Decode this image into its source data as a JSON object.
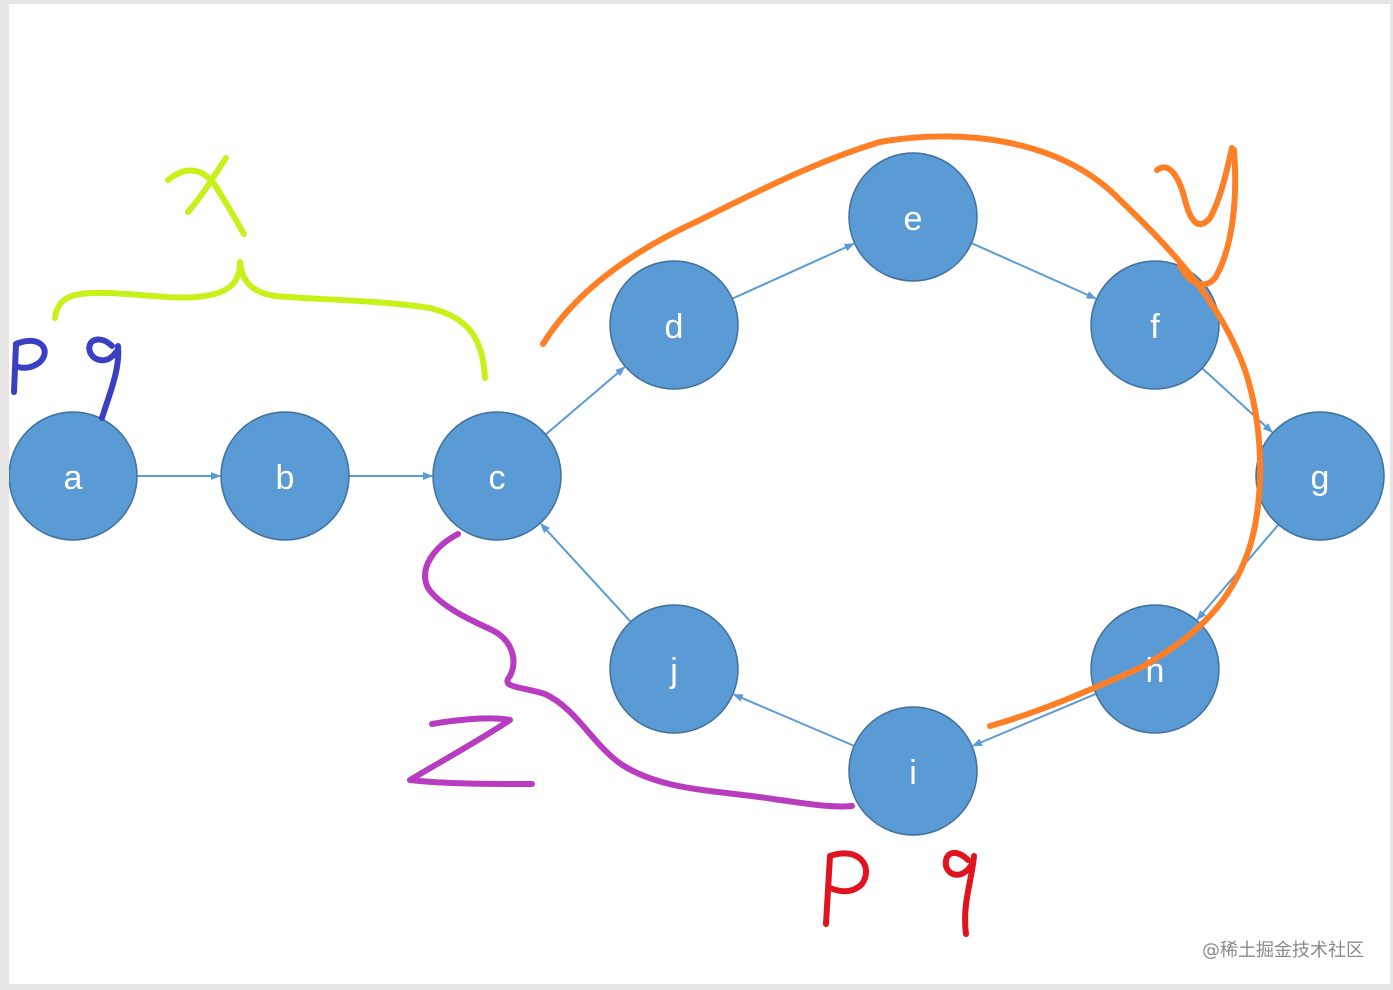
{
  "nodes": [
    {
      "id": "a",
      "label": "a"
    },
    {
      "id": "b",
      "label": "b"
    },
    {
      "id": "c",
      "label": "c"
    },
    {
      "id": "d",
      "label": "d"
    },
    {
      "id": "e",
      "label": "e"
    },
    {
      "id": "f",
      "label": "f"
    },
    {
      "id": "g",
      "label": "g"
    },
    {
      "id": "h",
      "label": "h"
    },
    {
      "id": "i",
      "label": "i"
    },
    {
      "id": "j",
      "label": "j"
    }
  ],
  "edges": [
    {
      "from": "a",
      "to": "b"
    },
    {
      "from": "b",
      "to": "c"
    },
    {
      "from": "c",
      "to": "d"
    },
    {
      "from": "d",
      "to": "e"
    },
    {
      "from": "e",
      "to": "f"
    },
    {
      "from": "f",
      "to": "g"
    },
    {
      "from": "g",
      "to": "h"
    },
    {
      "from": "h",
      "to": "i"
    },
    {
      "from": "i",
      "to": "j"
    },
    {
      "from": "j",
      "to": "c"
    }
  ],
  "annotations": {
    "x_label": "x",
    "y_label": "y",
    "z_label": "z",
    "start_pointers": "p q",
    "meet_pointers": "p q"
  },
  "colors": {
    "node_fill": "#5b9bd5",
    "edge": "#5b9bd5",
    "x_ink": "#c6f21a",
    "y_ink": "#ff7f27",
    "z_ink": "#b83cc0",
    "start_pointer_ink": "#3a3fc4",
    "meet_pointer_ink": "#e0141e"
  },
  "watermark": "@稀土掘金技术社区"
}
